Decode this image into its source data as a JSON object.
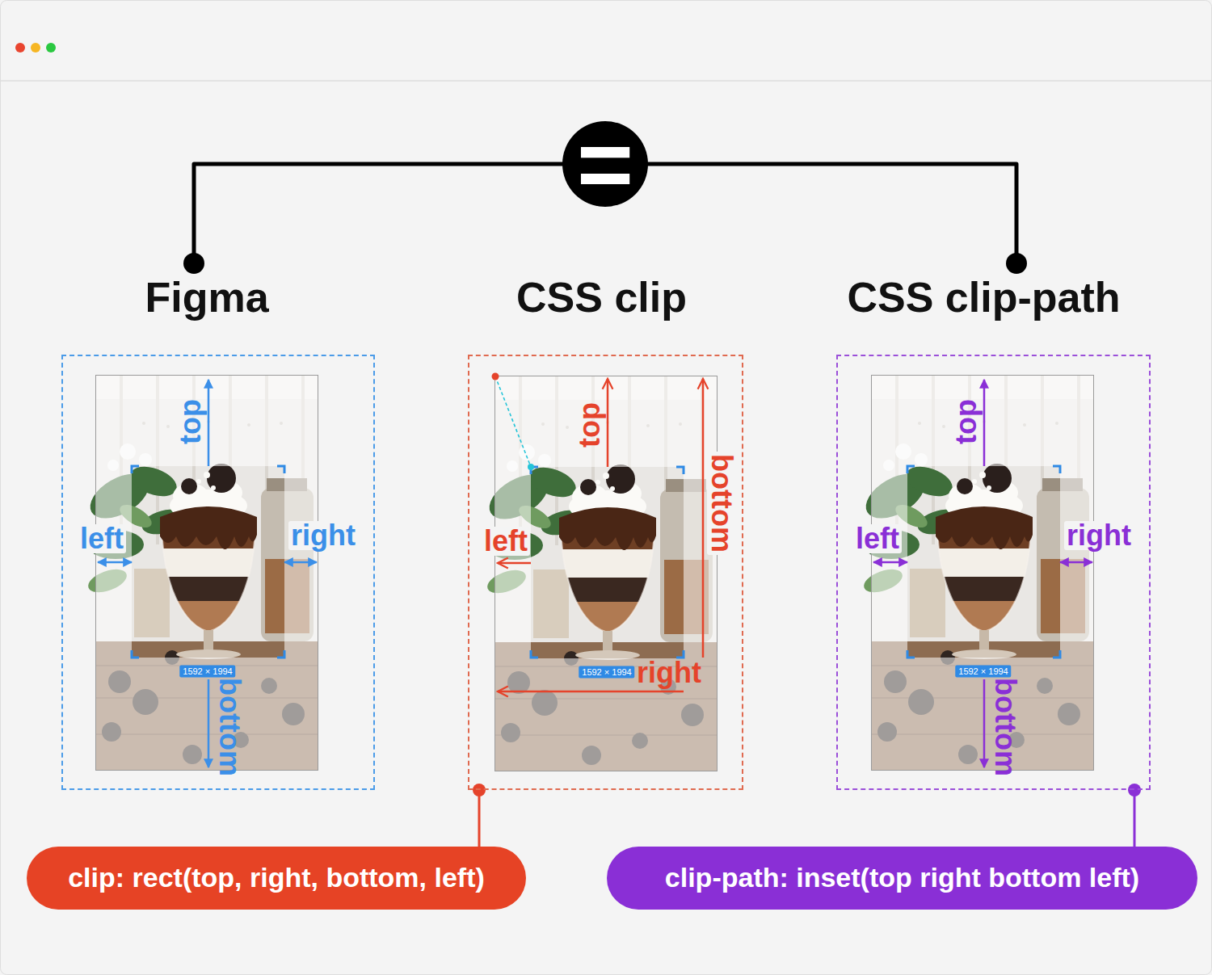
{
  "diagram": {
    "nodes": [
      {
        "text": [
          "Figma"
        ]
      },
      {
        "text": [
          "CSS clip"
        ]
      },
      {
        "text": [
          "CSS clip-path"
        ]
      },
      {
        "text": [
          "clip: rect(top, right, bottom, left)"
        ]
      },
      {
        "text": [
          "clip-path: inset(top right bottom left)"
        ]
      }
    ],
    "edges": [
      {
        "from": 0,
        "to": 2,
        "arrow": "none",
        "label": "="
      },
      {
        "from": 1,
        "to": 3,
        "arrow": "none"
      },
      {
        "from": 2,
        "to": 4,
        "arrow": "none"
      }
    ],
    "labels": [
      "top",
      "left",
      "right",
      "bottom",
      "1592 × 1994",
      "top",
      "left",
      "right",
      "bottom",
      "1592 × 1994",
      "top",
      "left",
      "right",
      "bottom",
      "1592 × 1994"
    ]
  }
}
